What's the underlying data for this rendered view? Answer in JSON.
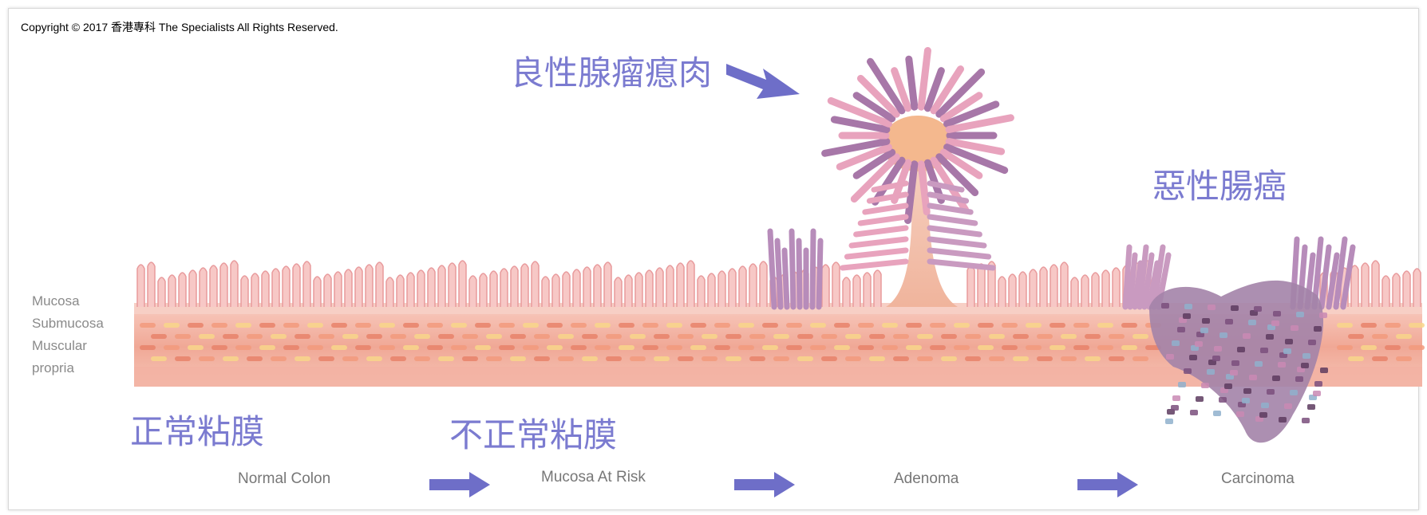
{
  "copyright": "Copyright © 2017 香港專科 The Specialists All Rights Reserved.",
  "labels_cn": {
    "benign_polyp": "良性腺瘤瘜肉",
    "malignant_cancer": "惡性腸癌",
    "normal_mucosa": "正常粘膜",
    "abnormal_mucosa": "不正常粘膜"
  },
  "layers": [
    "Mucosa",
    "Submucosa",
    "Muscular",
    "propria"
  ],
  "stages": [
    "Normal Colon",
    "Mucosa At Risk",
    "Adenoma",
    "Carcinoma"
  ],
  "colors": {
    "label_blue": "#7b7bd0",
    "arrow": "#6e6ec8",
    "tissue": "#f2b8a6",
    "villi": "#f6c4c4",
    "cancer": "#a07aa6"
  }
}
